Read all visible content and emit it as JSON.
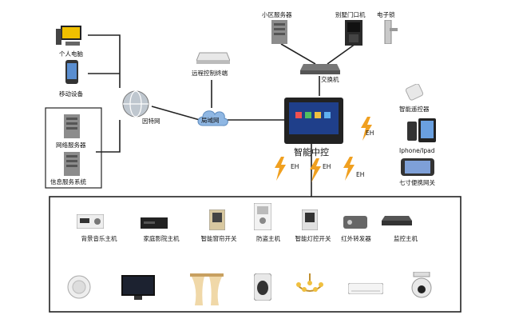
{
  "labels": {
    "pc": "个人电脑",
    "mobile": "移动设备",
    "net_server": "网络服务器",
    "info_system": "信息服务系统",
    "internet": "因特网",
    "lan": "局域网",
    "remote_terminal": "远程控制终端",
    "community_server": "小区服务器",
    "villa_door": "别墅门口机",
    "elock": "电子锁",
    "switch": "交换机",
    "central": "智能中控",
    "remote_ctrl": "智能遥控器",
    "iphone": "Iphone/Ipad",
    "gateway7": "七寸便携网关",
    "eh1": "EH",
    "eh2": "EH",
    "eh3": "EH",
    "eh4": "EH"
  },
  "devices": [
    {
      "label": "背景音乐主机"
    },
    {
      "label": "家庭影院主机"
    },
    {
      "label": "智能窗帘开关"
    },
    {
      "label": "防盗主机"
    },
    {
      "label": "智能灯控开关"
    },
    {
      "label": "红外转发器"
    },
    {
      "label": "监控主机"
    }
  ],
  "colors": {
    "line": "#222222",
    "bolt": "#f0a020",
    "cloud": "#8fb7e3",
    "screen": "#1f3f8a"
  },
  "icons": [
    "computer-icon",
    "phone-icon",
    "server-icon",
    "globe-icon",
    "cloud-icon",
    "router-icon",
    "door-panel-icon",
    "lock-icon",
    "switch-icon",
    "touch-panel-icon",
    "remote-icon",
    "tablet-icon",
    "gateway-icon",
    "speaker-icon",
    "tv-icon",
    "curtain-icon",
    "sensor-icon",
    "chandelier-icon",
    "air-conditioner-icon",
    "camera-icon",
    "lightning-icon"
  ]
}
